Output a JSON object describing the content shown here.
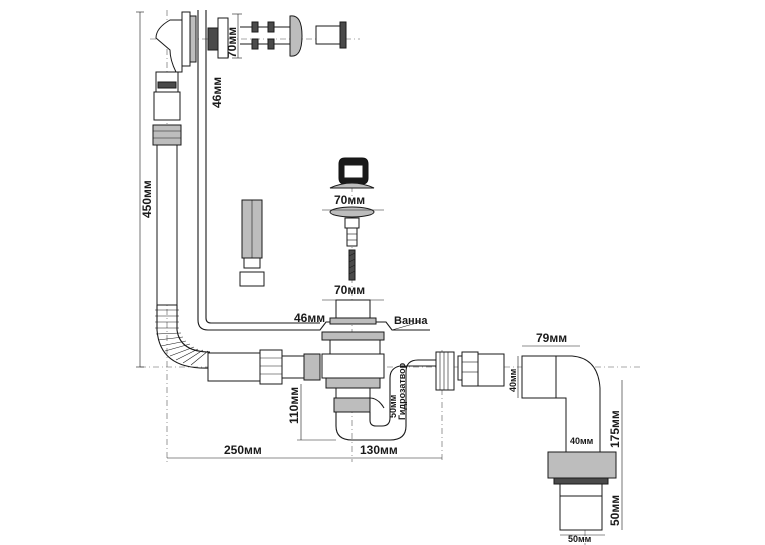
{
  "dimensions": {
    "overflow_diameter": "70мм",
    "wall_thickness": "46мм",
    "overflow_height": "450мм",
    "plug_diameter": "70мм",
    "drain_diameter": "70мм",
    "drain_thickness": "46мм",
    "trap_height": "110мм",
    "overflow_distance": "250мм",
    "trap_length": "130мм",
    "water_seal": "50мм",
    "elbow_length": "79мм",
    "elbow_inlet": "40мм",
    "elbow_outlet": "40мм",
    "elbow_height": "175мм",
    "outlet_height": "50мм",
    "outlet_diameter": "50мм"
  },
  "labels": {
    "bath": "Ванна",
    "water_seal": "Гидрозатвор"
  }
}
